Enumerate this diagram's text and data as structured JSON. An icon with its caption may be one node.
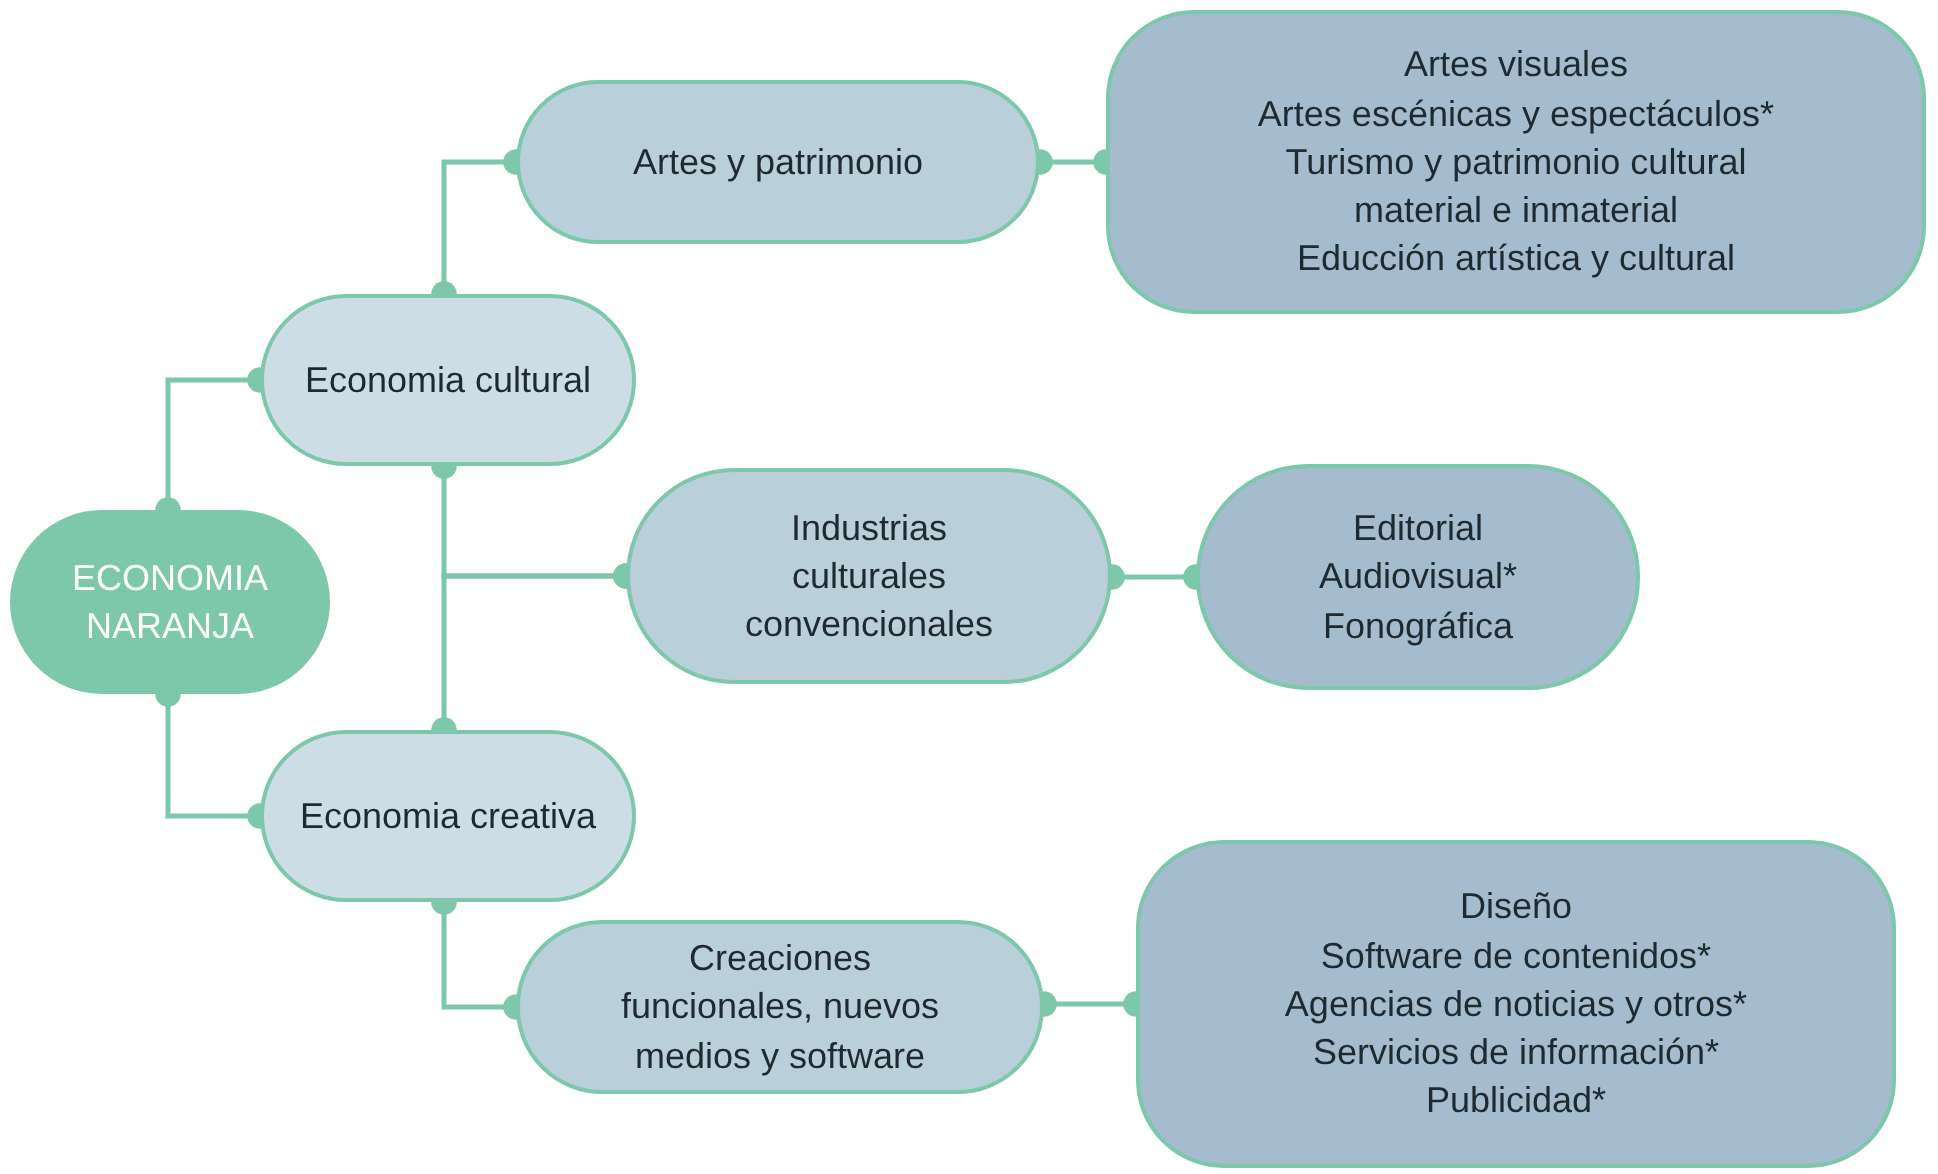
{
  "diagram": {
    "nodes": [
      {
        "text": [
          "ECONOMIA NARANJA"
        ]
      },
      {
        "text": [
          "Economia cultural"
        ]
      },
      {
        "text": [
          "Economia creativa"
        ]
      },
      {
        "text": [
          "Artes y patrimonio"
        ]
      },
      {
        "text": [
          "Industrias culturales convencionales"
        ]
      },
      {
        "text": [
          "Creaciones funcionales, nuevos medios y software"
        ]
      },
      {
        "text": [
          "Artes visuales",
          "Artes escénicas y espectáculos*",
          "Turismo y patrimonio cultural material e inmaterial",
          "Educción artística y cultural"
        ]
      },
      {
        "text": [
          "Editorial",
          "Audiovisual*",
          "Fonográfica"
        ]
      },
      {
        "text": [
          "Diseño",
          "Software de contenidos*",
          "Agencias de noticias y otros*",
          "Servicios de información*",
          "Publicidad*"
        ]
      }
    ],
    "edges": [
      {
        "from": 0,
        "to": 1,
        "arrow": "other"
      },
      {
        "from": 0,
        "to": 2,
        "arrow": "other"
      },
      {
        "from": 1,
        "to": 3,
        "arrow": "other"
      },
      {
        "from": 1,
        "to": 4,
        "arrow": "other"
      },
      {
        "from": 2,
        "to": 4,
        "arrow": "other"
      },
      {
        "from": 2,
        "to": 5,
        "arrow": "other"
      },
      {
        "from": 3,
        "to": 6,
        "arrow": "other"
      },
      {
        "from": 4,
        "to": 7,
        "arrow": "other"
      },
      {
        "from": 5,
        "to": 8,
        "arrow": "other"
      }
    ]
  }
}
